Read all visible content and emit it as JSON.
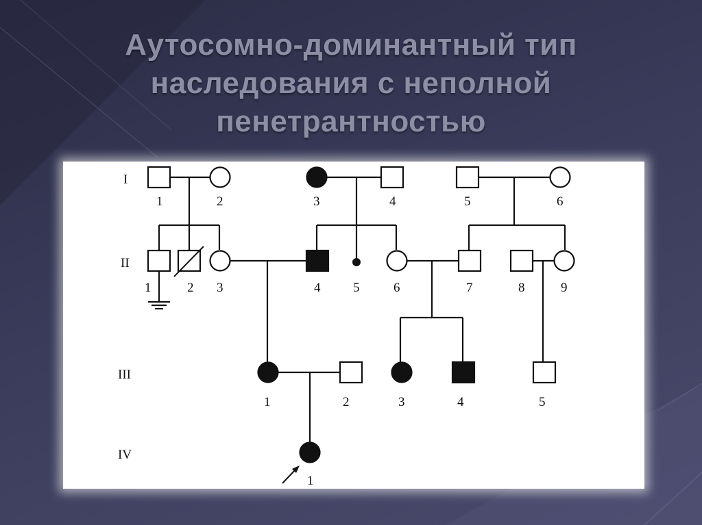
{
  "slide": {
    "title_lines": [
      "Аутосомно-доминантный тип",
      "наследования с неполной",
      "пенетрантностью"
    ]
  },
  "pedigree": {
    "generations": [
      {
        "id": "g1",
        "label": "I"
      },
      {
        "id": "g2",
        "label": "II"
      },
      {
        "id": "g3",
        "label": "III"
      },
      {
        "id": "g4",
        "label": "IV"
      }
    ],
    "individuals": [
      {
        "id": "I-1",
        "label": "1",
        "sex": "male",
        "status": "unaffected"
      },
      {
        "id": "I-2",
        "label": "2",
        "sex": "female",
        "status": "unaffected"
      },
      {
        "id": "I-3",
        "label": "3",
        "sex": "female",
        "status": "affected"
      },
      {
        "id": "I-4",
        "label": "4",
        "sex": "male",
        "status": "unaffected"
      },
      {
        "id": "I-5",
        "label": "5",
        "sex": "male",
        "status": "unaffected"
      },
      {
        "id": "I-6",
        "label": "6",
        "sex": "female",
        "status": "unaffected"
      },
      {
        "id": "II-1",
        "label": "1",
        "sex": "male",
        "status": "unaffected",
        "no_offspring": true
      },
      {
        "id": "II-2",
        "label": "2",
        "sex": "male",
        "status": "deceased"
      },
      {
        "id": "II-3",
        "label": "3",
        "sex": "female",
        "status": "unaffected"
      },
      {
        "id": "II-4",
        "label": "4",
        "sex": "male",
        "status": "affected"
      },
      {
        "id": "II-5",
        "label": "5",
        "sex": "unknown",
        "status": "affected",
        "small": true
      },
      {
        "id": "II-6",
        "label": "6",
        "sex": "female",
        "status": "unaffected"
      },
      {
        "id": "II-7",
        "label": "7",
        "sex": "male",
        "status": "unaffected"
      },
      {
        "id": "II-8",
        "label": "8",
        "sex": "male",
        "status": "unaffected"
      },
      {
        "id": "II-9",
        "label": "9",
        "sex": "female",
        "status": "unaffected"
      },
      {
        "id": "III-1",
        "label": "1",
        "sex": "female",
        "status": "affected"
      },
      {
        "id": "III-2",
        "label": "2",
        "sex": "male",
        "status": "unaffected"
      },
      {
        "id": "III-3",
        "label": "3",
        "sex": "female",
        "status": "affected"
      },
      {
        "id": "III-4",
        "label": "4",
        "sex": "male",
        "status": "affected"
      },
      {
        "id": "III-5",
        "label": "5",
        "sex": "male",
        "status": "unaffected"
      },
      {
        "id": "IV-1",
        "label": "1",
        "sex": "female",
        "status": "affected",
        "proband": true
      }
    ]
  }
}
